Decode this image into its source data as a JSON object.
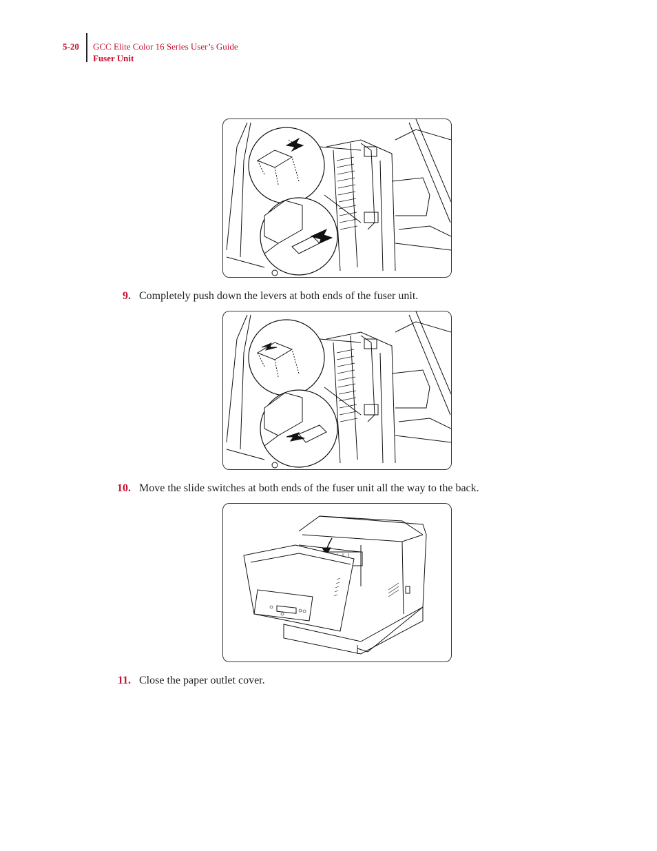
{
  "header": {
    "page_number": "5-20",
    "guide_title": "GCC Elite Color 16 Series User’s Guide",
    "section": "Fuser Unit"
  },
  "figures": [
    {
      "name": "levers-push-down-illustration",
      "arrow_direction": "down"
    },
    {
      "name": "slide-switches-back-illustration",
      "arrow_direction": "back"
    },
    {
      "name": "close-outlet-cover-illustration",
      "arrow_direction": "down"
    }
  ],
  "steps": [
    {
      "number": "9.",
      "text": "Completely push down the levers at both ends of the fuser unit."
    },
    {
      "number": "10.",
      "text": "Move the slide switches at both ends of the fuser unit all the way to the back."
    },
    {
      "number": "11.",
      "text": "Close the paper outlet cover."
    }
  ],
  "colors": {
    "accent": "#c8102e",
    "text": "#222222",
    "line_art": "#111111"
  }
}
